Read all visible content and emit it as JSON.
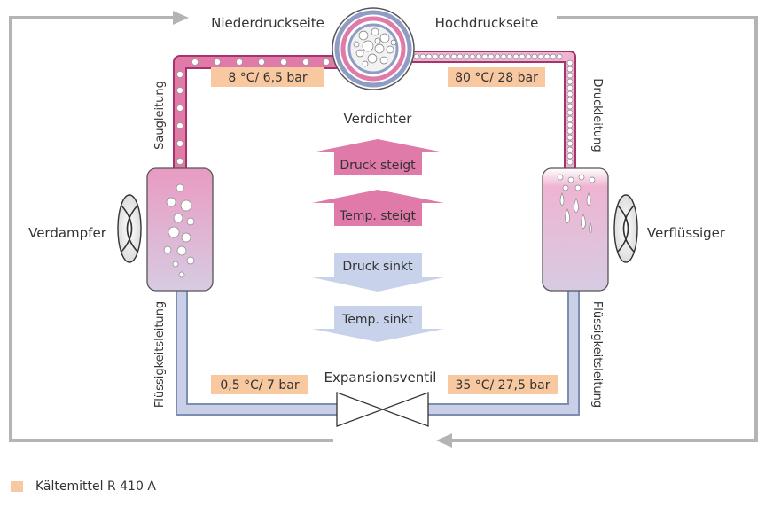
{
  "labels": {
    "niederdruckseite": "Niederdruckseite",
    "hochdruckseite": "Hochdruckseite",
    "verdichter": "Verdichter",
    "saugleitung": "Saugleitung",
    "druckleitung": "Druckleitung",
    "verdampfer": "Verdampfer",
    "verfluessiger": "Verflüssiger",
    "fluessigkeitsleitung_left": "Flüssigkeitsleitung",
    "fluessigkeitsleitung_right": "Flüssigkeitsleitung",
    "expansionsventil": "Expansionsventil"
  },
  "badges": {
    "suction": "8 °C/ 6,5 bar",
    "discharge": "80 °C/ 28 bar",
    "liquid_low": "0,5 °C/ 7 bar",
    "liquid_high": "35 °C/ 27,5 bar"
  },
  "arrows": {
    "druck_steigt": "Druck steigt",
    "temp_steigt": "Temp. steigt",
    "druck_sinkt": "Druck sinkt",
    "temp_sinkt": "Temp. sinkt"
  },
  "legend": {
    "label": "Kältemittel R 410 A"
  },
  "colors": {
    "hot_pipe": "#e07aa8",
    "hot_fill": "#e8a0c4",
    "cold_pipe": "#c8cfe6",
    "badge": "#f8c8a0",
    "outer_loop": "#b4b4b4",
    "up_arrow": "#e07aa8",
    "down_arrow": "#c8d2ea"
  }
}
